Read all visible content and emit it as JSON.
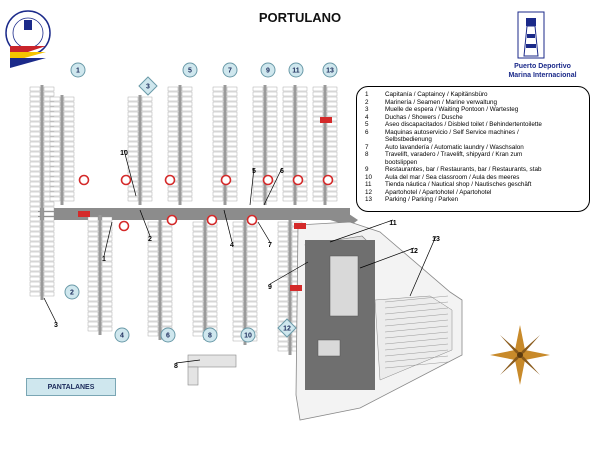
{
  "title": "PORTULANO",
  "brand": {
    "line1": "Puerto Deportivo",
    "line2": "Marina Internacional"
  },
  "pantalanes_label": "PANTALANES",
  "colors": {
    "jetty_badge_fill": "#cfe7ee",
    "jetty_badge_stroke": "#6a9aa8",
    "service_marker": "#d42a2a",
    "service_label_fill": "#d42a2a",
    "walkway": "#8c8c8c",
    "building": "#6f6f6f",
    "compass": "#c88a2a"
  },
  "legend": [
    {
      "num": "1",
      "text": "Capitanía / Captaincy / Kapitänsbüro"
    },
    {
      "num": "2",
      "text": "Marinería / Seamen / Marine verwaltung"
    },
    {
      "num": "3",
      "text": "Muelle de espera / Waiting Pontoon / Wartesteg"
    },
    {
      "num": "4",
      "text": "Duchas / Showers / Dusche"
    },
    {
      "num": "5",
      "text": "Aseo discapacitados / Disbled toilet / Behindertentoilette"
    },
    {
      "num": "6",
      "text": "Maquinas autoservicio / Self Service machines  /"
    },
    {
      "num": "",
      "text": "Selbstbedienung"
    },
    {
      "num": "7",
      "text": "Auto lavandería / Automatic laundry / Waschsalon"
    },
    {
      "num": "8",
      "text": "Travelift, varadero / Travelift, shipyard / Kran zum"
    },
    {
      "num": "",
      "text": "bootslippen"
    },
    {
      "num": "9",
      "text": "Restaurantes, bar / Restaurants, bar / Restaurants, stab"
    },
    {
      "num": "10",
      "text": "Aula del mar / Sea classroom / Aula des meeres"
    },
    {
      "num": "11",
      "text": "Tienda náutica / Nautical shop / Nautisches geschäft"
    },
    {
      "num": "12",
      "text": "Apartohotel / Apartohotel / Apartohotel"
    },
    {
      "num": "13",
      "text": "Parking / Parking / Parken"
    }
  ],
  "jetty_badges": [
    "1",
    "2",
    "3",
    "4",
    "5",
    "6",
    "7",
    "8",
    "9",
    "10",
    "11",
    "12",
    "13"
  ],
  "callouts": [
    "1",
    "2",
    "3",
    "4",
    "5",
    "6",
    "7",
    "8",
    "9",
    "10",
    "11",
    "12",
    "13"
  ]
}
